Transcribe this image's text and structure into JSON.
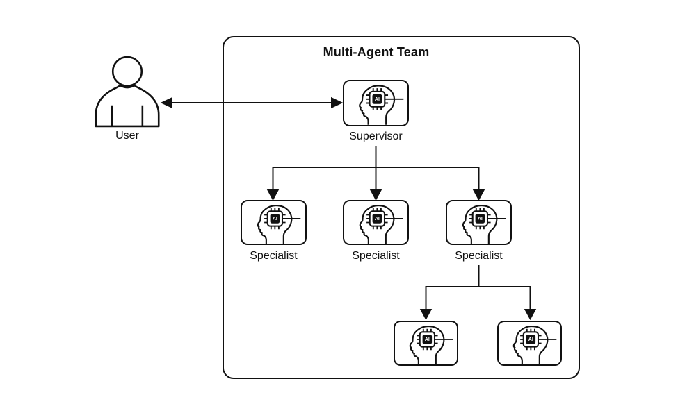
{
  "diagram": {
    "title": "Multi-Agent Team",
    "chip_text": "AI",
    "user": {
      "label": "User"
    },
    "supervisor": {
      "label": "Supervisor"
    },
    "specialists": [
      {
        "label": "Specialist"
      },
      {
        "label": "Specialist"
      },
      {
        "label": "Specialist"
      }
    ],
    "sub_agents": [
      {
        "label": ""
      },
      {
        "label": ""
      }
    ],
    "edges": [
      {
        "from": "user",
        "to": "supervisor",
        "type": "bidirectional-arrow"
      },
      {
        "from": "supervisor",
        "to": "specialist-1",
        "type": "arrow"
      },
      {
        "from": "supervisor",
        "to": "specialist-2",
        "type": "arrow"
      },
      {
        "from": "supervisor",
        "to": "specialist-3",
        "type": "arrow"
      },
      {
        "from": "specialist-3",
        "to": "sub-agent-1",
        "type": "arrow"
      },
      {
        "from": "specialist-3",
        "to": "sub-agent-2",
        "type": "arrow"
      }
    ],
    "colors": {
      "line": "#111111",
      "background": "#ffffff",
      "chip_fill": "#111111",
      "chip_text_color": "#ffffff"
    }
  }
}
